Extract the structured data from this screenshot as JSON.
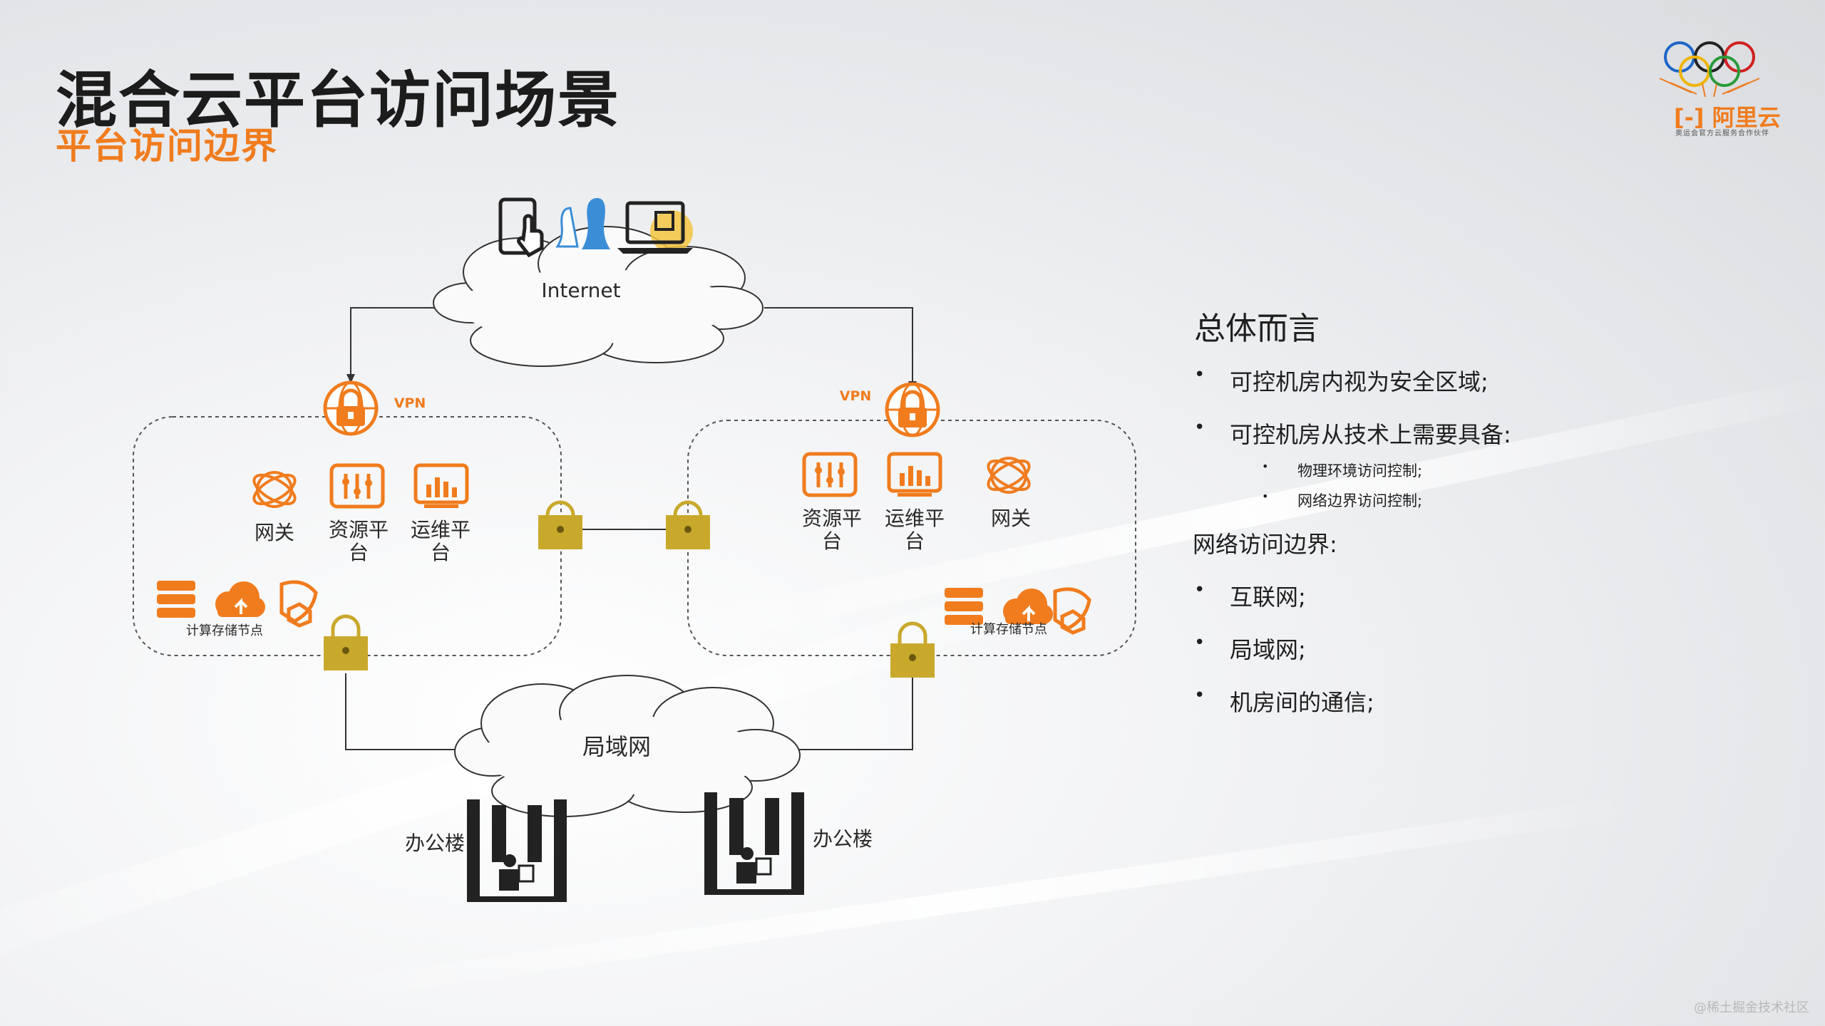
{
  "title": "混合云平台访问场景",
  "subtitle": "平台访问边界",
  "logo": {
    "brand": "阿里云",
    "tagline": "奥运会官方云服务合作伙伴"
  },
  "diagram": {
    "internet_label": "Internet",
    "vpn_left": "VPN",
    "vpn_right": "VPN",
    "left_dc": {
      "gateway": "网关",
      "resource": "资源平台",
      "ops": "运维平台",
      "nodes": "计算存储节点"
    },
    "right_dc": {
      "gateway": "网关",
      "resource": "资源平台",
      "ops": "运维平台",
      "nodes": "计算存储节点"
    },
    "lan_label": "局域网",
    "office_left": "办公楼",
    "office_right": "办公楼"
  },
  "summary": {
    "heading": "总体而言",
    "bullets": [
      "可控机房内视为安全区域;",
      "可控机房从技术上需要具备:"
    ],
    "sub_bullets": [
      "物理环境访问控制;",
      "网络边界访问控制;"
    ],
    "section": "网络访问边界:",
    "section_bullets": [
      "互联网;",
      "局域网;",
      "机房间的通信;"
    ]
  },
  "watermark": "@稀土掘金技术社区",
  "colors": {
    "accent": "#f07c1e",
    "lock": "#c9a92c",
    "dark": "#1c1c1c"
  }
}
